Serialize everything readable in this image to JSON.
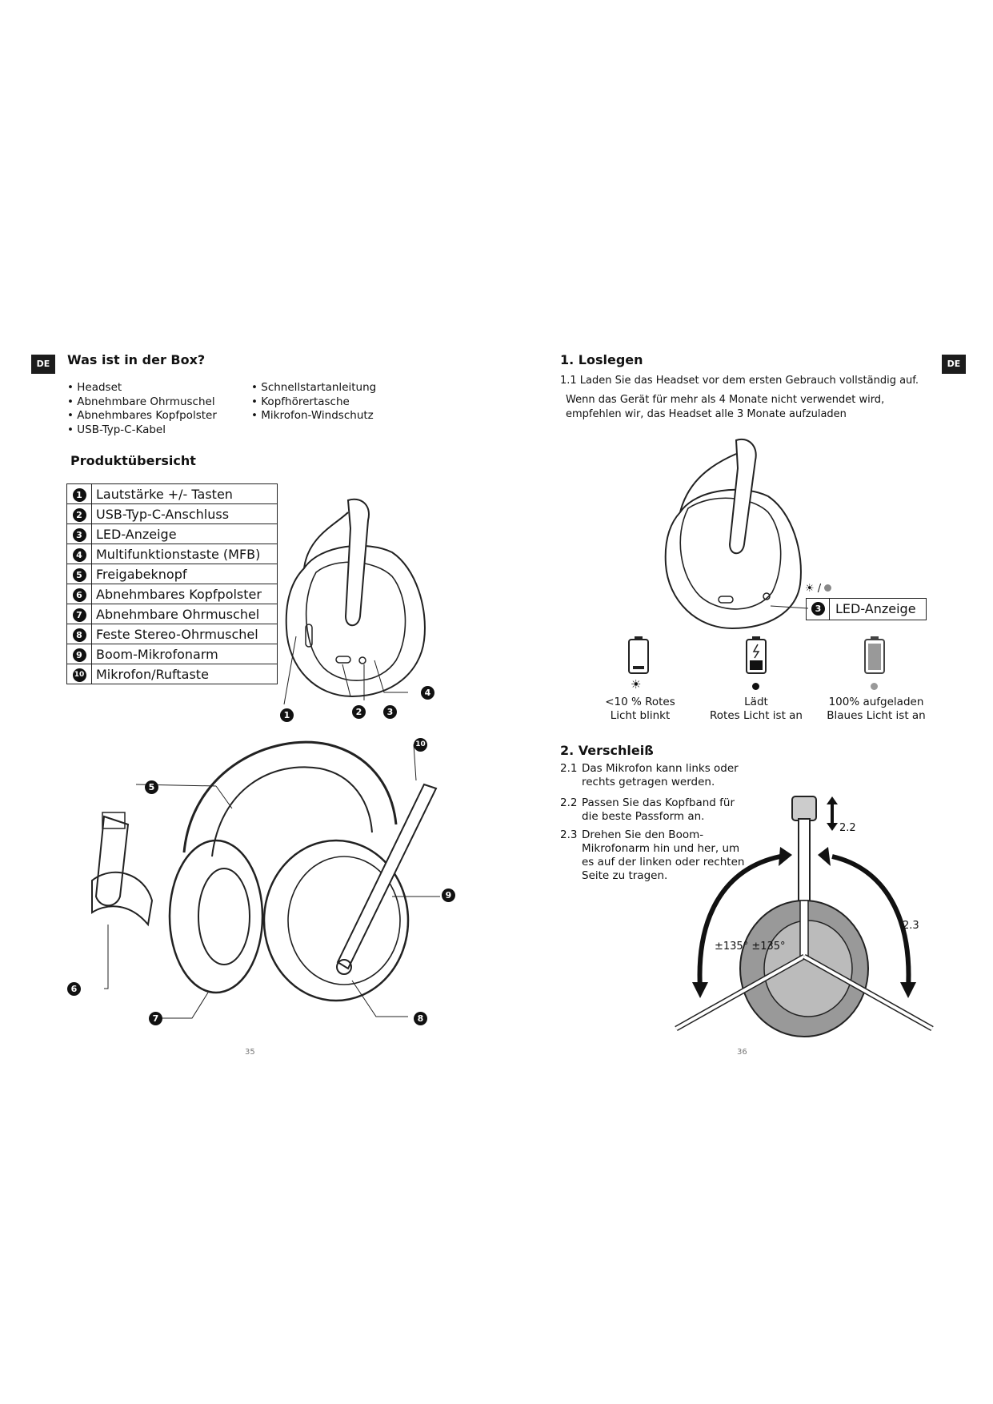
{
  "lang_badge": "DE",
  "left": {
    "box_title": "Was ist in der Box?",
    "box_col1": [
      "• Headset",
      "• Abnehmbare Ohrmuschel",
      "• Abnehmbares Kopfpolster",
      "•  USB-Typ-C-Kabel"
    ],
    "box_col2": [
      "• Schnellstartanleitung",
      "• Kopfhörertasche",
      "• Mikrofon-Windschutz"
    ],
    "overview_title": "Produktübersicht",
    "parts": [
      {
        "num": "1",
        "label": "Lautstärke +/- Tasten"
      },
      {
        "num": "2",
        "label": "USB-Typ-C-Anschluss"
      },
      {
        "num": "3",
        "label": "LED-Anzeige"
      },
      {
        "num": "4",
        "label": "Multifunktionstaste (MFB)"
      },
      {
        "num": "5",
        "label": "Freigabeknopf"
      },
      {
        "num": "6",
        "label": "Abnehmbares Kopfpolster"
      },
      {
        "num": "7",
        "label": "Abnehmbare Ohrmuschel"
      },
      {
        "num": "8",
        "label": "Feste Stereo-Ohrmuschel"
      },
      {
        "num": "9",
        "label": "Boom-Mikrofonarm"
      },
      {
        "num": "10",
        "label": "Mikrofon/Ruftaste"
      }
    ],
    "page_number": "35"
  },
  "right": {
    "section1_title": "1. Loslegen",
    "s1_line1": "1.1 Laden Sie das Headset vor dem ersten Gebrauch vollständig auf.",
    "s1_line2": "Wenn das Gerät für mehr als 4 Monate nicht verwendet wird,",
    "s1_line3": "empfehlen wir, das Headset alle 3 Monate aufzuladen",
    "led_num": "3",
    "led_label": "LED-Anzeige",
    "led_symbol_sep": "/",
    "battery_states": [
      {
        "line1": "<10 % Rotes",
        "line2": "Licht blinkt"
      },
      {
        "line1": "Lädt",
        "line2": "Rotes Licht ist an"
      },
      {
        "line1": "100% aufgeladen",
        "line2": "Blaues Licht ist an"
      }
    ],
    "section2_title": "2.  Verschleiß",
    "steps": [
      {
        "num": "2.1",
        "lines": [
          "Das Mikrofon kann links oder",
          "rechts getragen werden."
        ]
      },
      {
        "num": "2.2",
        "lines": [
          "Passen Sie das Kopfband für",
          "die beste Passform an."
        ]
      },
      {
        "num": "2.3",
        "lines": [
          "Drehen Sie den Boom-",
          "Mikrofonarm hin und her, um",
          "es auf der linken oder rechten",
          "Seite zu tragen."
        ]
      }
    ],
    "label_22": "2.2",
    "label_23": "2.3",
    "angle_label": "±135° ±135°",
    "page_number": "36"
  }
}
